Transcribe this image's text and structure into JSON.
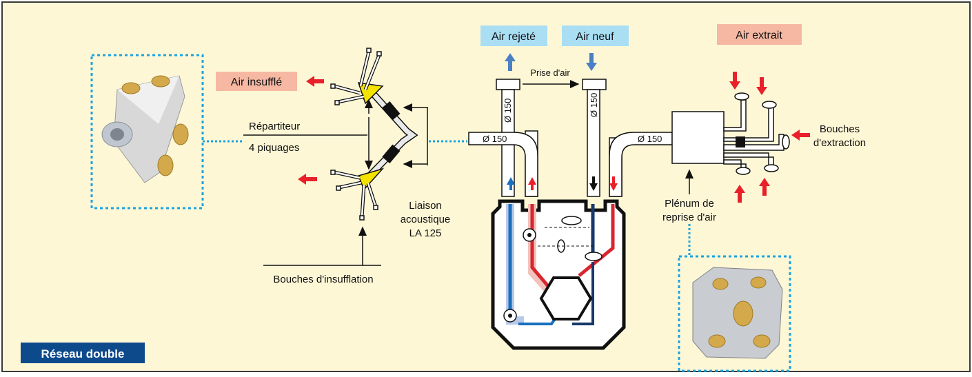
{
  "colors": {
    "background": "#fdf7d6",
    "frame": "#3a3a3a",
    "blue_box": "#a9def3",
    "salmon_box": "#f6b8a2",
    "badge": "#0d4a8c",
    "arrow_red": "#e8202a",
    "arrow_blue": "#4a7fc5",
    "dotted": "#1aa3e0",
    "cone": "#f4e200"
  },
  "labels": {
    "air_rejete": "Air rejeté",
    "air_neuf": "Air neuf",
    "air_extrait": "Air extrait",
    "air_insuffle": "Air insufflé",
    "prise_air": "Prise d'air",
    "repartiteur": "Répartiteur",
    "piquages": "4 piquages",
    "liaison_1": "Liaison",
    "liaison_2": "acoustique",
    "liaison_3": "LA 125",
    "bouches_insufflation": "Bouches d'insufflation",
    "bouches_1": "Bouches",
    "bouches_2": "d'extraction",
    "plenum_1": "Plénum de",
    "plenum_2": "reprise d'air",
    "d150": "Ø 150",
    "badge": "Réseau double"
  }
}
